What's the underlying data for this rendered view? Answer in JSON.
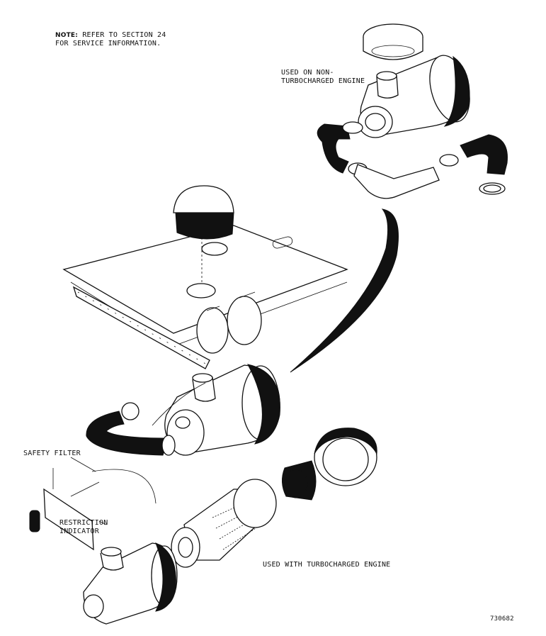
{
  "note": {
    "heading": "NOTE:",
    "line1": "REFER TO SECTION 24",
    "line2": "FOR SERVICE INFORMATION."
  },
  "labels": {
    "non_turbo_line1": "USED ON NON-",
    "non_turbo_line2": "TURBOCHARGED ENGINE",
    "safety_filter": "SAFETY FILTER",
    "restriction_line1": "RESTRICTION",
    "restriction_line2": "INDICATOR",
    "turbo": "USED WITH TURBOCHARGED ENGINE",
    "figure_number": "730682"
  }
}
